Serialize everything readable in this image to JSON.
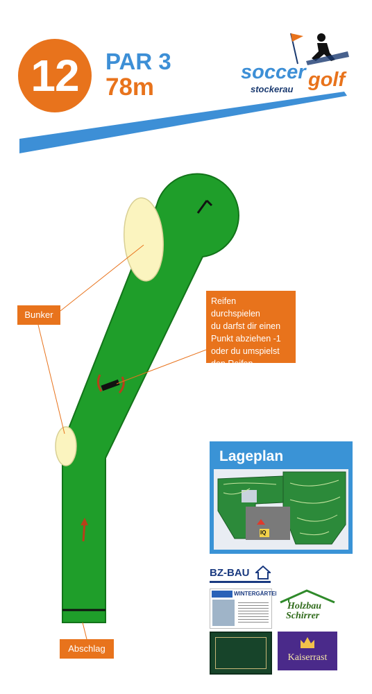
{
  "hole": {
    "number": "12",
    "par": "PAR 3",
    "distance": "78m"
  },
  "logo": {
    "line1": "soccer",
    "line2": "stockerau",
    "line3": "golf"
  },
  "callouts": {
    "bunker": "Bunker",
    "tire": [
      "Reifen",
      "durchspielen",
      "du darfst dir einen",
      "Punkt abziehen -1",
      "oder du umspielst",
      "den Reifen"
    ],
    "tee": "Abschlag"
  },
  "lageplan": {
    "title": "Lageplan",
    "marker": "IQ"
  },
  "sponsors": {
    "bz_bau": "BZ-BAU",
    "wintergarten": "WINTERGÄRTEN",
    "holzbau_line1": "Holzbau",
    "holzbau_line2": "Schirrer",
    "kaiserrast": "Kaiserrast"
  },
  "colors": {
    "orange": "#e8731c",
    "blue": "#3d8fd6",
    "green": "#1f9e2a",
    "sand": "#fbf4bf"
  }
}
